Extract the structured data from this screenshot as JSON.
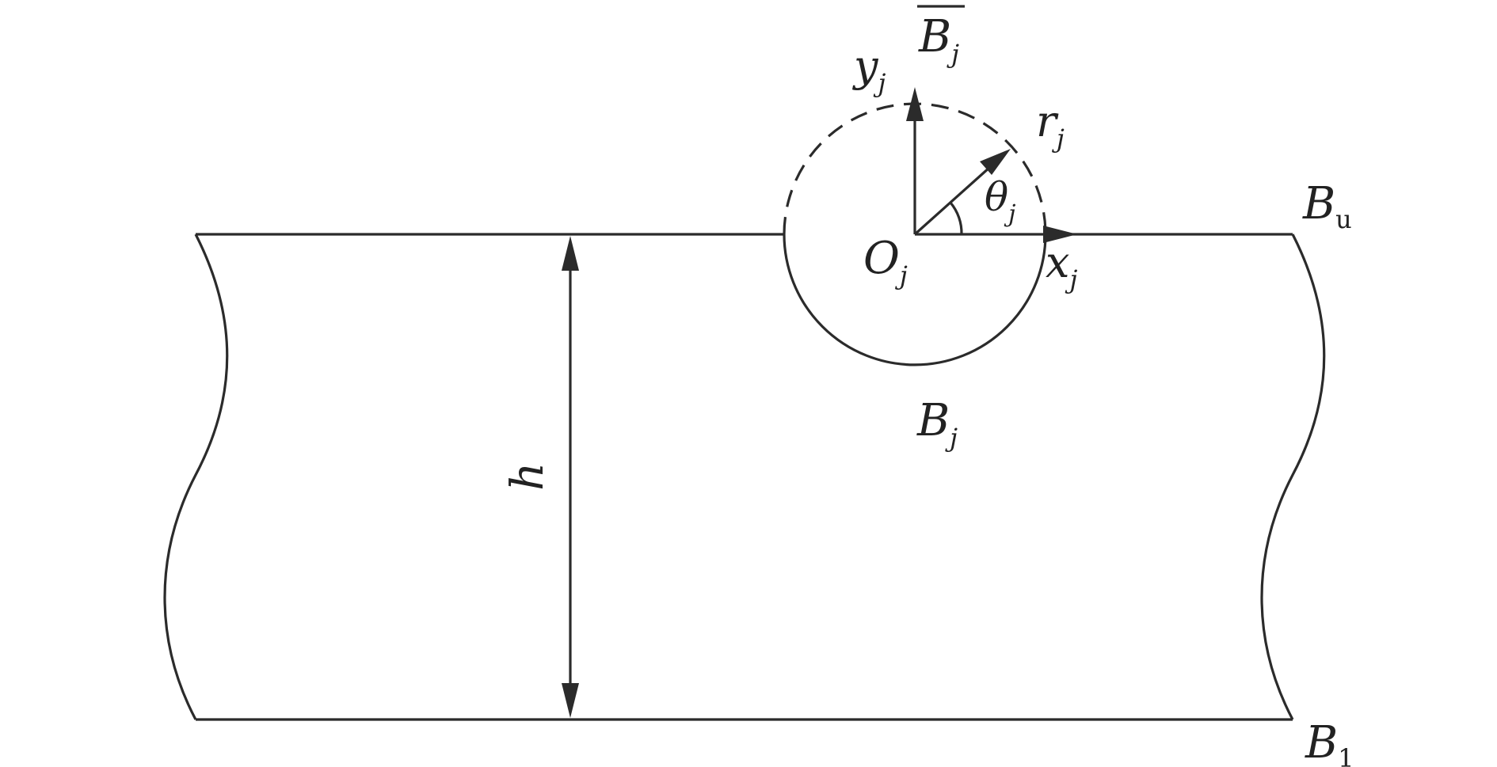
{
  "labels": {
    "b_bar": {
      "base": "B",
      "sub": "j"
    },
    "y_axis": {
      "base": "y",
      "sub": "j"
    },
    "r": {
      "base": "r",
      "sub": "j"
    },
    "theta": {
      "base": "θ",
      "sub": "j"
    },
    "origin": {
      "base": "O",
      "sub": "j"
    },
    "x_axis": {
      "base": "x",
      "sub": "j"
    },
    "b_upper": {
      "base": "B",
      "sub": "u"
    },
    "b_region": {
      "base": "B",
      "sub": "j"
    },
    "height": "h",
    "b_lower": {
      "base": "B",
      "sub": "1"
    }
  }
}
